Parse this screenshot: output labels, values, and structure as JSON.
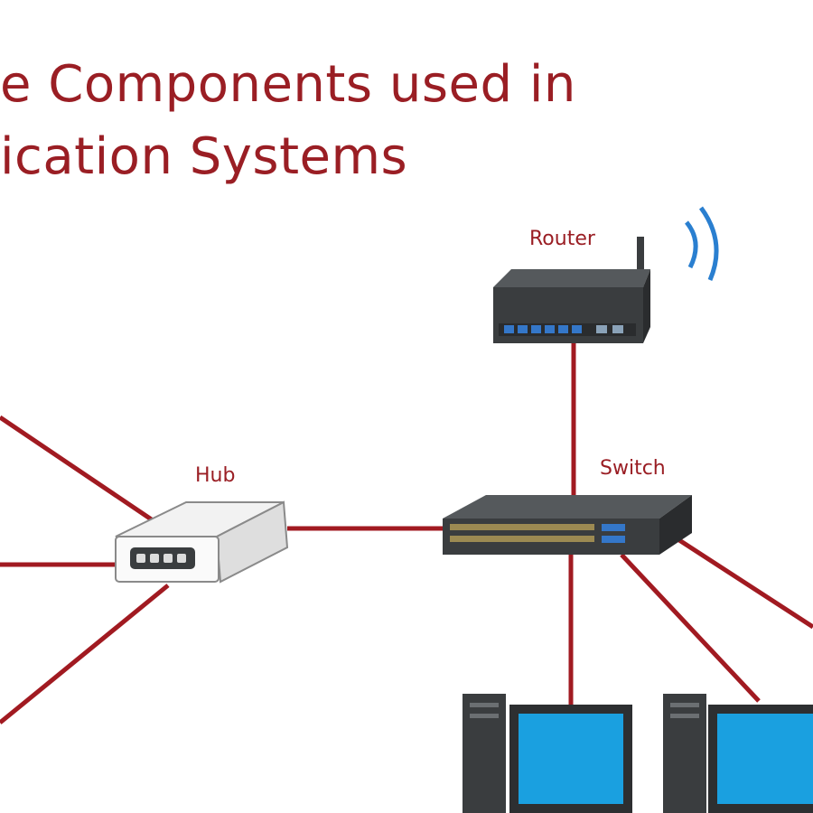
{
  "title": {
    "line1": "e Components used in",
    "line2": "ication Systems"
  },
  "devices": {
    "router": {
      "label": "Router",
      "icon": "router-icon"
    },
    "hub": {
      "label": "Hub",
      "icon": "hub-icon"
    },
    "switch": {
      "label": "Switch",
      "icon": "switch-icon"
    },
    "computer_1": {
      "icon": "desktop-computer-icon"
    },
    "computer_2": {
      "icon": "desktop-computer-icon"
    }
  },
  "colors": {
    "title": "#9a1e24",
    "link": "#a11a21",
    "screen": "#1aa0e0",
    "device_dark": "#3a3d3f",
    "port_blue": "#3477c9",
    "wifi": "#2a7fd0"
  }
}
